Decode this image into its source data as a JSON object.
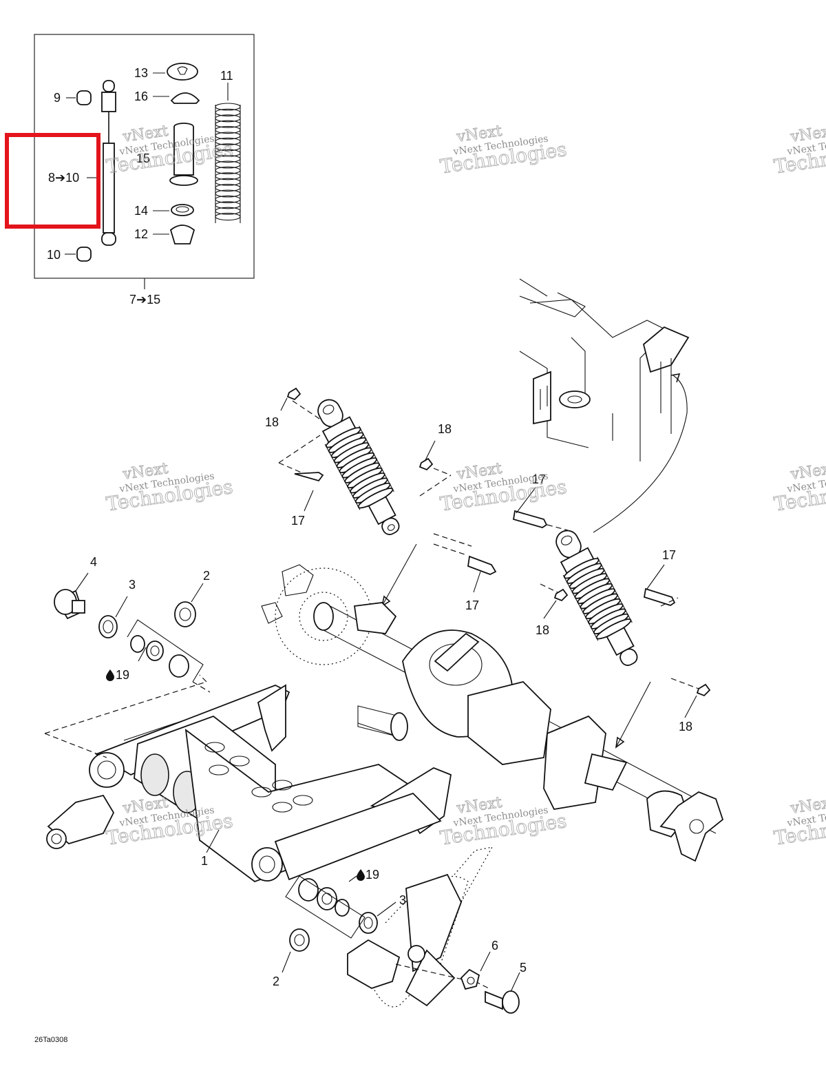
{
  "diagram_code": "26Ta0308",
  "watermark": {
    "line1": "vNext Technologies",
    "line2": "Technologies"
  },
  "highlight_color": "#e3141c",
  "inset": {
    "range_label": "7➔15"
  },
  "callouts": {
    "c13": "13",
    "c16": "16",
    "c11": "11",
    "c9": "9",
    "c15": "15",
    "c8_10": "8➔10",
    "c14": "14",
    "c12": "12",
    "c10": "10",
    "c18a": "18",
    "c18b": "18",
    "c18c": "18",
    "c18d": "18",
    "c17a": "17",
    "c17b": "17",
    "c17c": "17",
    "c17d": "17",
    "c4": "4",
    "c3a": "3",
    "c2a": "2",
    "c19a": "19",
    "c1": "1",
    "c19b": "19",
    "c3b": "3",
    "c2b": "2",
    "c6": "6",
    "c5": "5"
  }
}
